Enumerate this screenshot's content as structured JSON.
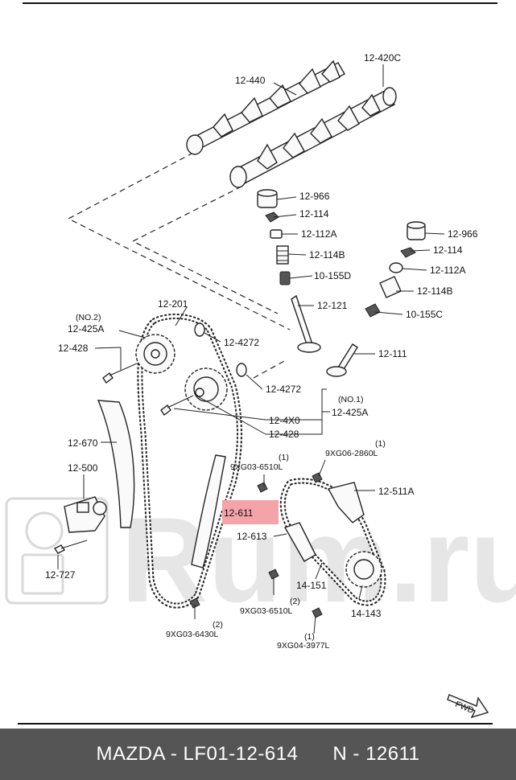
{
  "diagram": {
    "labels": {
      "camshaft_exhaust": "12-440",
      "camshaft_intake": "12-420C",
      "tappet_1": "12-966",
      "shim_1": "12-114",
      "retainer_1": "12-112A",
      "spring_1": "12-114B",
      "seal_1": "10-155D",
      "valve_exhaust": "12-121",
      "tappet_2": "12-966",
      "shim_2": "12-114",
      "retainer_2": "12-112A",
      "spring_2": "12-114B",
      "seal_2": "10-155C",
      "valve_intake": "12-111",
      "chain": "12-201",
      "no2_note": "(NO.2)",
      "sprocket_no2": "12-425A",
      "bolt_4272_top": "12-4272",
      "bolt_428_left": "12-428",
      "bolt_4272_mid": "12-4272",
      "no1_note": "(NO.1)",
      "sprocket_no1": "12-425A",
      "bolt_4x0": "12-4X0",
      "bolt_428_right": "12-428",
      "guide_left": "12-670",
      "tensioner": "12-500",
      "bolt_727": "12-727",
      "bolt_6510_top": "9XG03-6510L",
      "qty_6510_top": "(1)",
      "bolt_2860": "9XG06-2860L",
      "qty_2860": "(1)",
      "guide_upper": "12-511A",
      "highlight_part": "12-611",
      "tensioner_arm": "12-613",
      "chain_oil": "14-151",
      "sprocket_oil": "14-143",
      "bolt_6510_bottom": "9XG03-6510L",
      "qty_6510_bottom": "(2)",
      "bolt_6430": "9XG03-6430L",
      "qty_6430": "(2)",
      "bolt_3977": "9XG04-3977L",
      "qty_3977": "(1)",
      "fwd": "FWD"
    },
    "highlight_color": "#f4a3a8"
  },
  "footer": {
    "text": "MAZDA - LF01-12-614      N - 12611"
  }
}
